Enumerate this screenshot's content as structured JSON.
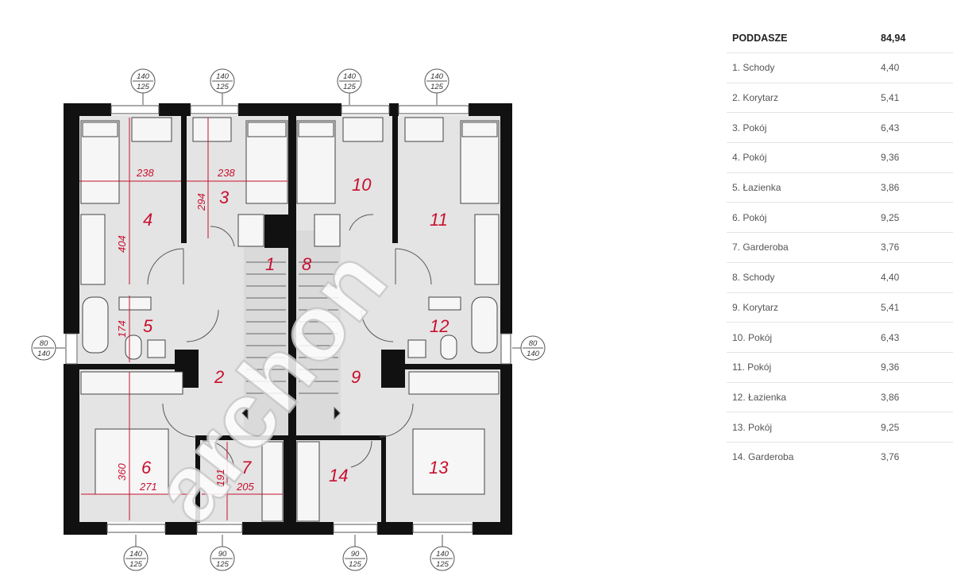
{
  "table": {
    "header": {
      "name": "PODDASZE",
      "value": "84,94"
    },
    "rows": [
      {
        "name": "1. Schody",
        "value": "4,40"
      },
      {
        "name": "2. Korytarz",
        "value": "5,41"
      },
      {
        "name": "3. Pokój",
        "value": "6,43"
      },
      {
        "name": "4. Pokój",
        "value": "9,36"
      },
      {
        "name": "5. Łazienka",
        "value": "3,86"
      },
      {
        "name": "6. Pokój",
        "value": "9,25"
      },
      {
        "name": "7. Garderoba",
        "value": "3,76"
      },
      {
        "name": "8. Schody",
        "value": "4,40"
      },
      {
        "name": "9. Korytarz",
        "value": "5,41"
      },
      {
        "name": "10. Pokój",
        "value": "6,43"
      },
      {
        "name": "11. Pokój",
        "value": "9,36"
      },
      {
        "name": "12. Łazienka",
        "value": "3,86"
      },
      {
        "name": "13. Pokój",
        "value": "9,25"
      },
      {
        "name": "14. Garderoba",
        "value": "3,76"
      }
    ]
  },
  "plan": {
    "watermark": "archon",
    "room_numbers": [
      "1",
      "2",
      "3",
      "4",
      "5",
      "6",
      "7",
      "8",
      "9",
      "10",
      "11",
      "12",
      "13",
      "14"
    ],
    "dimensions": {
      "d238a": "238",
      "d238b": "238",
      "d294": "294",
      "d404": "404",
      "d174": "174",
      "d360": "360",
      "d271": "271",
      "d191": "191",
      "d205": "205"
    },
    "windows": {
      "top1": {
        "top": "140",
        "bottom": "125"
      },
      "top2": {
        "top": "140",
        "bottom": "125"
      },
      "top3": {
        "top": "140",
        "bottom": "125"
      },
      "top4": {
        "top": "140",
        "bottom": "125"
      },
      "left": {
        "top": "80",
        "bottom": "140"
      },
      "right": {
        "top": "80",
        "bottom": "140"
      },
      "bot1": {
        "top": "140",
        "bottom": "125"
      },
      "bot2": {
        "top": "90",
        "bottom": "125"
      },
      "bot3": {
        "top": "90",
        "bottom": "125"
      },
      "bot4": {
        "top": "140",
        "bottom": "125"
      }
    }
  }
}
